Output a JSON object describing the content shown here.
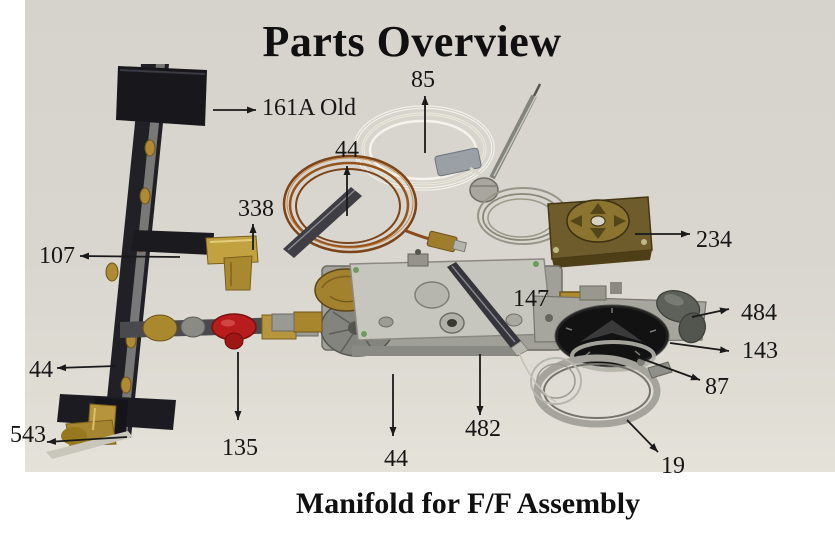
{
  "title": "Parts Overview",
  "caption": "Manifold for F/F Assembly",
  "colors": {
    "page_background": "#ffffff",
    "photo_background": "#d9d6cf",
    "label_text": "#161616",
    "arrow": "#1a1a1a",
    "valve_handle_red": "#b81d1d",
    "brass": "#ad8a30",
    "knob_black": "#121212"
  },
  "callouts": [
    {
      "text": "161A Old",
      "part": "manifold mounting plate"
    },
    {
      "text": "85",
      "part": "white tubing coil"
    },
    {
      "text": "44",
      "part": "thermocouple coil"
    },
    {
      "text": "338",
      "part": "brass elbow fitting"
    },
    {
      "text": "107",
      "part": "manifold rail"
    },
    {
      "text": "234",
      "part": "thermostat with capillary coil"
    },
    {
      "text": "147",
      "part": "pipe nipple"
    },
    {
      "text": "484",
      "part": "street elbow"
    },
    {
      "text": "143",
      "part": "control knob"
    },
    {
      "text": "87",
      "part": "knob bezel"
    },
    {
      "text": "44",
      "part": "manifold pipe"
    },
    {
      "text": "543",
      "part": "brass elbow at bracket foot"
    },
    {
      "text": "135",
      "part": "red shutoff valve"
    },
    {
      "text": "44",
      "part": "gas valve"
    },
    {
      "text": "482",
      "part": "igniter electrode"
    },
    {
      "text": "19",
      "part": "burner ring"
    }
  ]
}
